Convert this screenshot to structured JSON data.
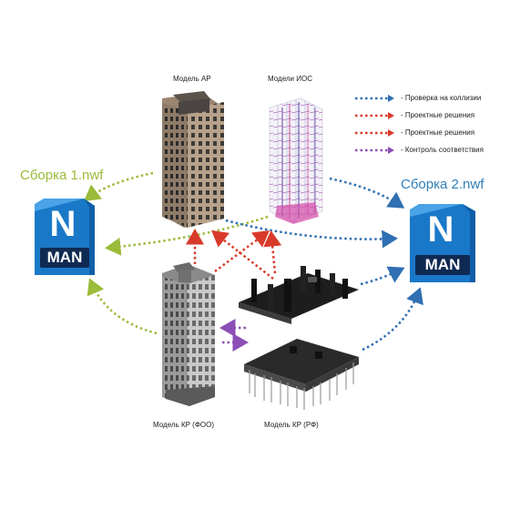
{
  "labels": {
    "model_ar": "Модель АР",
    "model_ios": "Модели ИОС",
    "model_kr_foo": "Модель КР (ФОО)",
    "model_kr_rf": "Модель КР (РФ)",
    "assembly_1": "Сборка 1.nwf",
    "assembly_2": "Сборка 2.nwf"
  },
  "legend": [
    {
      "text": "- Проверка на коллизии",
      "color": "#2f6fb2"
    },
    {
      "text": "- Проектные решения",
      "color": "#d83a2a"
    },
    {
      "text": "- Проектные решения",
      "color": "#d83a2a"
    },
    {
      "text": "- Контроль соответствия",
      "color": "#8b4fb5"
    }
  ],
  "icons": {
    "letter": "N",
    "badge": "MAN"
  },
  "colors": {
    "collision_blue": "#2f6fb2",
    "decision_red": "#d83a2a",
    "control_purple": "#8b4fb5",
    "assembly_green": "#9bbb3a",
    "assembly1_text": "#9bbb3a",
    "assembly2_text": "#2f7fb8"
  }
}
